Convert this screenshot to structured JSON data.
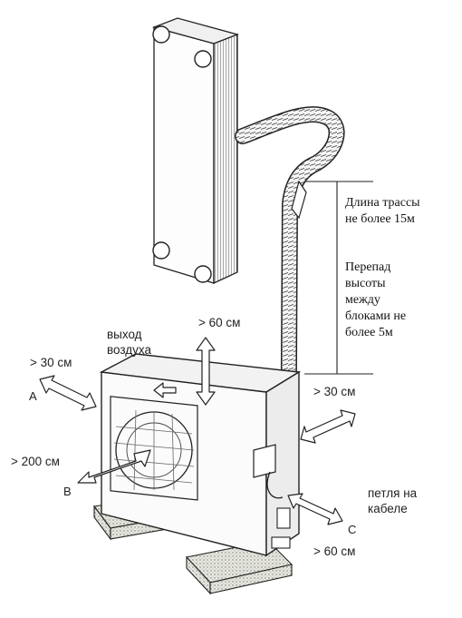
{
  "diagram": {
    "labels": {
      "air_outlet_line1": "выход",
      "air_outlet_line2": "воздуха",
      "top_clearance": "> 60 см",
      "left_clearance": "> 30 см",
      "right_clearance": "> 30 см",
      "front_clearance": "> 200 см",
      "bottom_right_clearance": "> 60 см",
      "letter_a": "A",
      "letter_b": "B",
      "letter_c": "C",
      "cable_loop_line1": "петля на",
      "cable_loop_line2": "кабеле",
      "route_length_line1": "Длина трассы",
      "route_length_line2": "не более 15м",
      "height_diff_line1": "Перепад",
      "height_diff_line2": "высоты",
      "height_diff_line3": "между",
      "height_diff_line4": "блоками не",
      "height_diff_line5": "более 5м"
    }
  }
}
